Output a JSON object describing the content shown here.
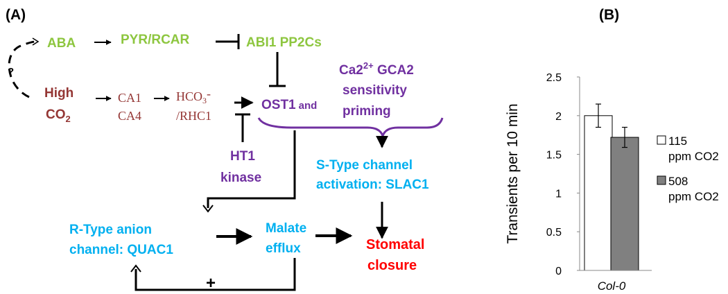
{
  "panel_a": {
    "label": "(A)",
    "question_mark": "?",
    "plus_sign": "+",
    "nodes": {
      "aba": "ABA",
      "pyr_rcar": "PYR/RCAR",
      "abi1": "ABI1 PP2Cs",
      "high": "High",
      "co2": "CO",
      "co2_sub": "2",
      "ca1": "CA1",
      "ca4": "CA4",
      "hco3_main": "HCO",
      "hco3_sub": "3",
      "hco3_tail": "-",
      "rhc1": "/RHC1",
      "ost1": "OST1",
      "ost1_and": "and",
      "ca_main": "Ca2",
      "ca_sup": "2+",
      "ca_tail": " GCA2",
      "sensitivity": "sensitivity",
      "priming": "priming",
      "ht1": "HT1",
      "kinase": "kinase",
      "stype_line1": "S-Type channel",
      "stype_line2": "activation: SLAC1",
      "rtype_line1": "R-Type anion",
      "rtype_line2": "channel: QUAC1",
      "malate_line1": "Malate",
      "malate_line2": "efflux",
      "stomatal_line1": "Stomatal",
      "stomatal_line2": "closure"
    },
    "colors": {
      "aba_path": "#8dc63f",
      "co2_path": "#943634",
      "purple": "#7030a0",
      "cyan": "#00b0f0",
      "red": "#ff0000",
      "arrow": "#000000"
    }
  },
  "panel_b": {
    "label": "(B)",
    "chart_data": {
      "type": "bar",
      "categories": [
        "Col-0"
      ],
      "series": [
        {
          "name": "115 ppm CO2",
          "values": [
            2.0
          ],
          "errors": [
            0.15
          ],
          "color": "#ffffff"
        },
        {
          "name": "508 ppm CO2",
          "values": [
            1.72
          ],
          "errors": [
            0.13
          ],
          "color": "#808080"
        }
      ],
      "ylabel": "Transients per 10 min",
      "xlabel": "",
      "ylim": [
        0,
        2.5
      ],
      "yticks": [
        "0",
        "0.5",
        "1",
        "1.5",
        "2",
        "2.5"
      ],
      "legend": [
        {
          "line1": "115",
          "line2": "ppm CO2"
        },
        {
          "line1": "508",
          "line2": "ppm CO2"
        }
      ],
      "legend_position": "right",
      "grid": false
    }
  }
}
